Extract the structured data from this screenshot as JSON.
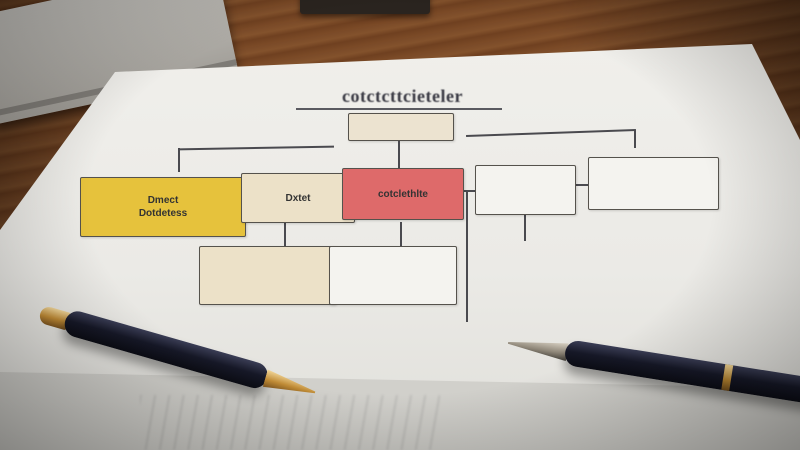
{
  "scene": {
    "description_colors": {
      "desk": "#74461f",
      "paper": "#efeeea",
      "box_yellow": "#e6c23c",
      "box_beige": "#ece1c8",
      "box_red": "#de6a6a",
      "box_plain": "#f4f3ef",
      "pen_body": "#161827",
      "pen_gold": "#c08b35"
    }
  },
  "diagram": {
    "title": "cotctcttcieteler",
    "top_box": {
      "line1": ""
    },
    "boxes": [
      {
        "id": "yellow",
        "line1": "Dmect",
        "line2": "Dotdetess"
      },
      {
        "id": "beige",
        "line1": "Dxtet",
        "line2": ""
      },
      {
        "id": "red",
        "line1": "cotclethlte",
        "line2": ""
      },
      {
        "id": "right-mid",
        "line1": "",
        "line2": ""
      },
      {
        "id": "far-right",
        "line1": "",
        "line2": ""
      },
      {
        "id": "lower-left",
        "line1": "",
        "line2": ""
      },
      {
        "id": "lower-mid",
        "line1": "",
        "line2": ""
      }
    ],
    "captions": [
      {
        "id": "left-caption",
        "text": ""
      },
      {
        "id": "right-caption",
        "text": ""
      }
    ]
  }
}
